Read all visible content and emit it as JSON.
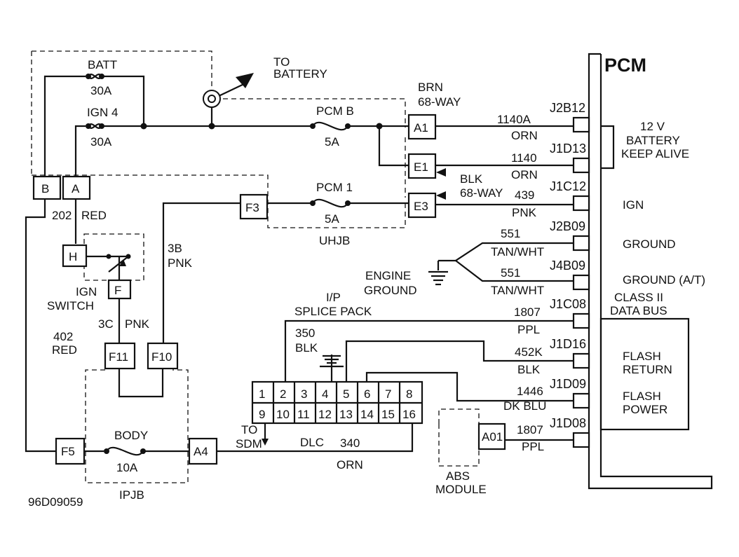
{
  "diagram_code": "96D09059",
  "pcm": {
    "title": "PCM",
    "pins": [
      "J2B12",
      "J1D13",
      "J1C12",
      "J2B09",
      "J4B09",
      "J1C08",
      "J1D16",
      "J1D09",
      "J1D08"
    ],
    "functions": {
      "keep_alive_1": "12 V",
      "keep_alive_2": "BATTERY",
      "keep_alive_3": "KEEP ALIVE",
      "ign": "IGN",
      "ground": "GROUND",
      "ground_at": "GROUND (A/T)",
      "class2_1": "CLASS II",
      "class2_2": "DATA BUS",
      "flash_return_1": "FLASH",
      "flash_return_2": "RETURN",
      "flash_power_1": "FLASH",
      "flash_power_2": "POWER"
    }
  },
  "wires": [
    {
      "circuit": "1140A",
      "color": "ORN"
    },
    {
      "circuit": "1140",
      "color": "ORN"
    },
    {
      "circuit": "439",
      "color": "PNK"
    },
    {
      "circuit": "551",
      "color": "TAN/WHT"
    },
    {
      "circuit": "551",
      "color": "TAN/WHT"
    },
    {
      "circuit": "1807",
      "color": "PPL"
    },
    {
      "circuit": "452K",
      "color": "BLK"
    },
    {
      "circuit": "1446",
      "color": "DK BLU"
    },
    {
      "circuit": "1807",
      "color": "PPL"
    }
  ],
  "fuses": {
    "batt_name": "BATT",
    "batt_rating": "30A",
    "ign4_name": "IGN 4",
    "ign4_rating": "30A",
    "pcmb_name": "PCM B",
    "pcmb_rating": "5A",
    "pcm1_name": "PCM 1",
    "pcm1_rating": "5A",
    "body_name": "BODY",
    "body_rating": "10A"
  },
  "connectors": {
    "B": "B",
    "A": "A",
    "H": "H",
    "F": "F",
    "F11": "F11",
    "F10": "F10",
    "F5": "F5",
    "A4": "A4",
    "F3": "F3",
    "A1": "A1",
    "E1": "E1",
    "E3": "E3",
    "A01": "A01"
  },
  "dlc": {
    "name": "DLC",
    "pins_top": [
      "1",
      "2",
      "3",
      "4",
      "5",
      "6",
      "7",
      "8"
    ],
    "pins_bottom": [
      "9",
      "10",
      "11",
      "12",
      "13",
      "14",
      "15",
      "16"
    ]
  },
  "labels": {
    "to_battery_1": "TO",
    "to_battery_2": "BATTERY",
    "brn": "BRN",
    "way68_a": "68-WAY",
    "blk_conn": "BLK",
    "way68_b": "68-WAY",
    "uhjb": "UHJB",
    "ipjb": "IPJB",
    "wire202": "202",
    "wire202_color": "RED",
    "ign_switch_1": "IGN",
    "ign_switch_2": "SWITCH",
    "w3b": "3B",
    "w3b_color": "PNK",
    "w3c": "3C",
    "w3c_color": "PNK",
    "w402": "402",
    "w402_color": "RED",
    "engine_ground_1": "ENGINE",
    "engine_ground_2": "GROUND",
    "ip_splice_1": "I/P",
    "ip_splice_2": "SPLICE PACK",
    "w350": "350",
    "w350_color": "BLK",
    "to_sdm_1": "TO",
    "to_sdm_2": "SDM",
    "w340": "340",
    "w340_color": "ORN",
    "abs_1": "ABS",
    "abs_2": "MODULE"
  }
}
